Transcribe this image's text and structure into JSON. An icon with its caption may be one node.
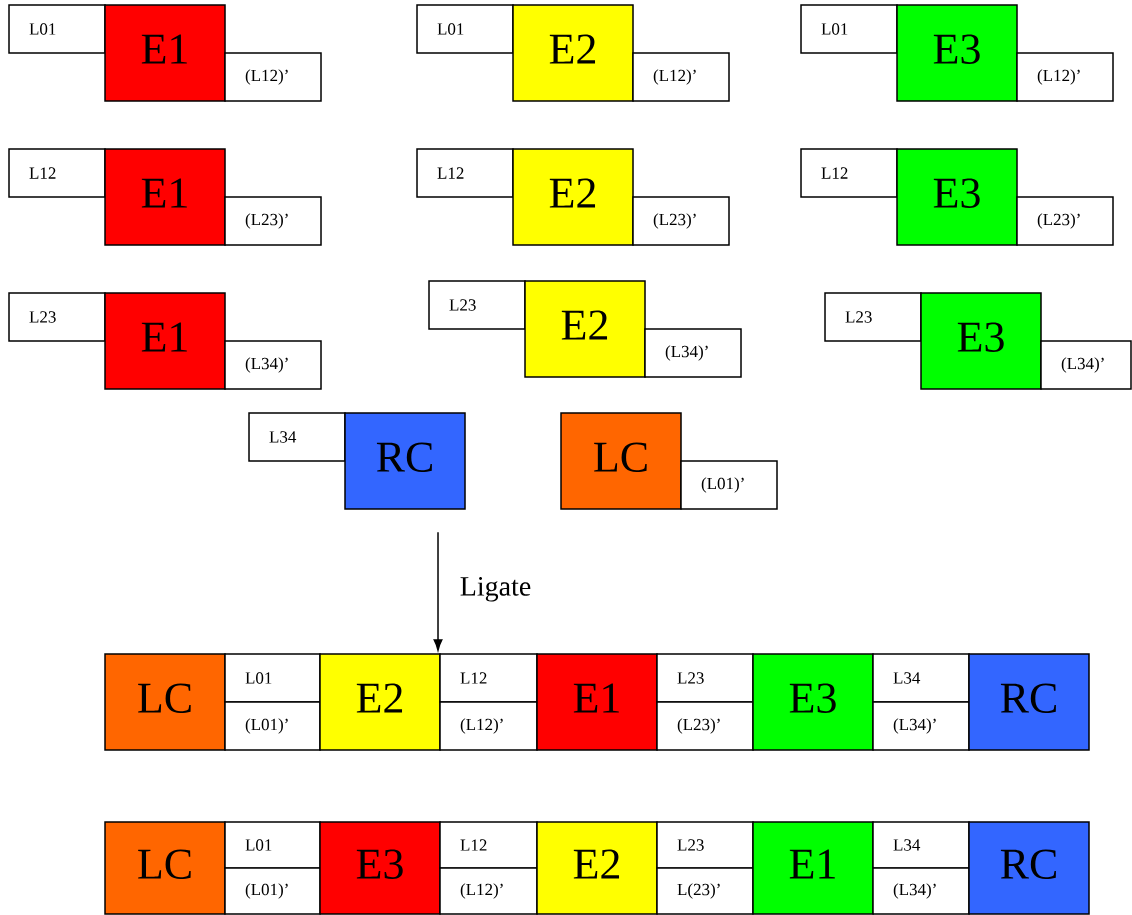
{
  "diagram": {
    "nodes": [
      {
        "text": [
          "L01"
        ]
      },
      {
        "text": [
          "E1"
        ]
      },
      {
        "text": [
          "(L12)’"
        ]
      },
      {
        "text": [
          "L01"
        ]
      },
      {
        "text": [
          "E2"
        ]
      },
      {
        "text": [
          "(L12)’"
        ]
      },
      {
        "text": [
          "L01"
        ]
      },
      {
        "text": [
          "E3"
        ]
      },
      {
        "text": [
          "(L12)’"
        ]
      },
      {
        "text": [
          "L12"
        ]
      },
      {
        "text": [
          "E1"
        ]
      },
      {
        "text": [
          "(L23)’"
        ]
      },
      {
        "text": [
          "L12"
        ]
      },
      {
        "text": [
          "E2"
        ]
      },
      {
        "text": [
          "(L23)’"
        ]
      },
      {
        "text": [
          "L12"
        ]
      },
      {
        "text": [
          "E3"
        ]
      },
      {
        "text": [
          "(L23)’"
        ]
      },
      {
        "text": [
          "L23"
        ]
      },
      {
        "text": [
          "E1"
        ]
      },
      {
        "text": [
          "(L34)’"
        ]
      },
      {
        "text": [
          "L23"
        ]
      },
      {
        "text": [
          "E2"
        ]
      },
      {
        "text": [
          "(L34)’"
        ]
      },
      {
        "text": [
          "L23"
        ]
      },
      {
        "text": [
          "E3"
        ]
      },
      {
        "text": [
          "(L34)’"
        ]
      },
      {
        "text": [
          "L34"
        ]
      },
      {
        "text": [
          "RC"
        ]
      },
      {
        "text": [
          "LC"
        ]
      },
      {
        "text": [
          "(L01)’"
        ]
      },
      {
        "text": [
          "LC"
        ]
      },
      {
        "text": [
          "L01"
        ]
      },
      {
        "text": [
          "(L01)’"
        ]
      },
      {
        "text": [
          "E2"
        ]
      },
      {
        "text": [
          "L12"
        ]
      },
      {
        "text": [
          "(L12)’"
        ]
      },
      {
        "text": [
          "E1"
        ]
      },
      {
        "text": [
          "L23"
        ]
      },
      {
        "text": [
          "(L23)’"
        ]
      },
      {
        "text": [
          "E3"
        ]
      },
      {
        "text": [
          "L34"
        ]
      },
      {
        "text": [
          "(L34)’"
        ]
      },
      {
        "text": [
          "RC"
        ]
      },
      {
        "text": [
          "LC"
        ]
      },
      {
        "text": [
          "L01"
        ]
      },
      {
        "text": [
          "(L01)’"
        ]
      },
      {
        "text": [
          "E3"
        ]
      },
      {
        "text": [
          "L12"
        ]
      },
      {
        "text": [
          "(L12)’"
        ]
      },
      {
        "text": [
          "E2"
        ]
      },
      {
        "text": [
          "L23"
        ]
      },
      {
        "text": [
          "L(23)’"
        ]
      },
      {
        "text": [
          "E1"
        ]
      },
      {
        "text": [
          "L34"
        ]
      },
      {
        "text": [
          "(L34)’"
        ]
      },
      {
        "text": [
          "RC"
        ]
      }
    ],
    "edges": [
      {
        "from": null,
        "to": 34,
        "arrow": "to",
        "label": "Ligate"
      }
    ]
  }
}
